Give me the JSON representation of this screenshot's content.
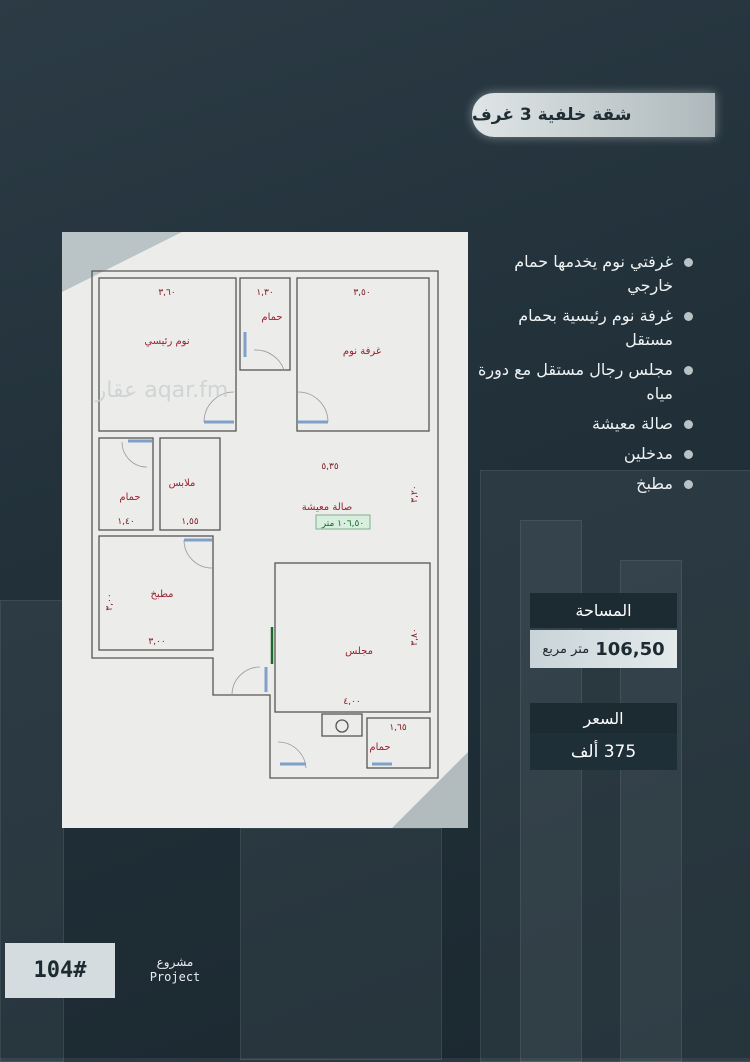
{
  "title": "شقة خلفية 3 غرف",
  "features": [
    "غرفتي نوم يخدمها حمام خارجي",
    "غرفة نوم رئيسية بحمام مستقل",
    "مجلس رجال مستقل مع دورة مياه",
    "صالة معيشة",
    "مدخلين",
    "مطبخ"
  ],
  "area": {
    "label": "المساحة",
    "value": "106,50",
    "unit": "متر مربع"
  },
  "price": {
    "label": "السعر",
    "value": "375 ألف"
  },
  "project": {
    "number": "104#",
    "label_ar": "مشروع",
    "label_en": "Project"
  },
  "floor_plan": {
    "watermark": "عقار aqar.fm",
    "rooms": {
      "master_bedroom": "نوم رئيسي",
      "bath_top": "حمام",
      "bedroom": "غرفة نوم",
      "bath_left": "حمام",
      "closet": "ملابس",
      "living": "صالة معيشة",
      "living_area": "١٠٦,٥٠ متر",
      "kitchen": "مطبخ",
      "majlis": "مجلس",
      "bath_bottom": "حمام"
    },
    "dimensions": {
      "master_w": "٣,٦٠",
      "bath_top_w": "١,٣٠",
      "bedroom_w": "٣,٥٠",
      "living_w": "٥,٣٥",
      "bath_left_w": "١,٤٠",
      "closet_w": "١,٥٥",
      "kitchen_w": "٣,٠٠",
      "kitchen_h": "٣,٠٠",
      "majlis_w": "٤,٠٠",
      "majlis_h": "٣,٨٠",
      "bath_bottom_w": "١,٦٥",
      "living_h": "٣,٢٠"
    }
  }
}
